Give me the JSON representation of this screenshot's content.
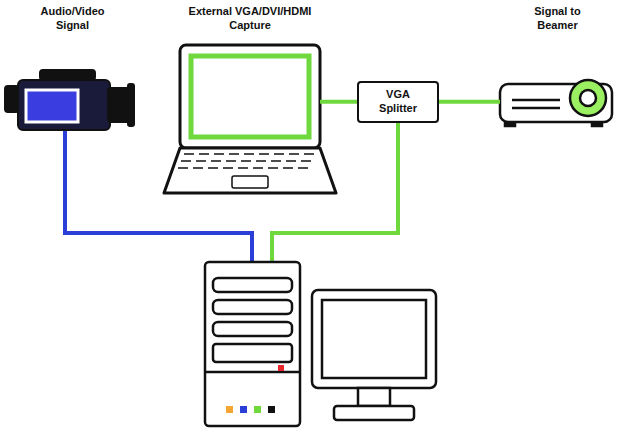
{
  "diagram": {
    "nodes": [
      {
        "text": [
          "Audio/Video Signal"
        ]
      },
      {
        "text": [
          "External VGA/DVI/HDMI Capture"
        ]
      },
      {
        "text": [
          "VGA Splitter"
        ]
      },
      {
        "text": [
          "Signal to Beamer"
        ]
      }
    ],
    "edges": [
      {
        "from": 1,
        "to": 2,
        "arrow": "none"
      },
      {
        "from": 2,
        "to": 3,
        "arrow": "none"
      }
    ]
  }
}
